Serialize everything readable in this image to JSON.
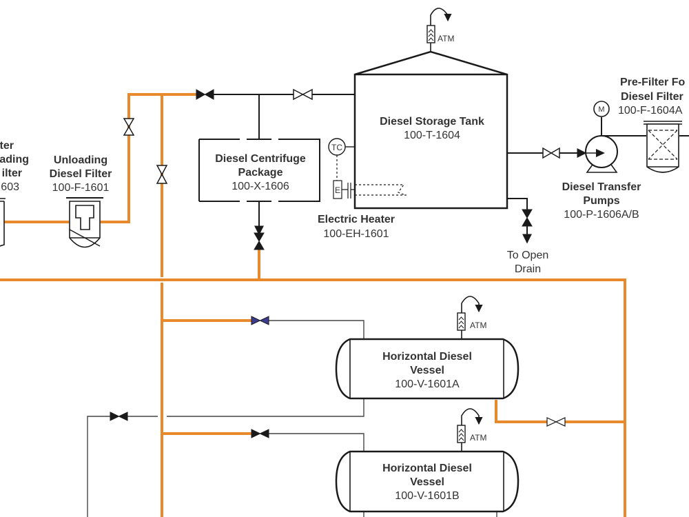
{
  "diagram": {
    "type": "P&ID",
    "colors": {
      "main_pipe": "#e8892b",
      "secondary_pipe": "#1a1a1a",
      "highlighted_valve": "#3b3b8f",
      "text": "#333333"
    },
    "equipment": {
      "left_filter": {
        "line1": "ter",
        "line2": "ading",
        "line3": "ilter",
        "tag": "603"
      },
      "unloading_filter": {
        "line1": "Unloading",
        "line2": "Diesel Filter",
        "tag": "100-F-1601"
      },
      "centrifuge": {
        "line1": "Diesel Centrifuge",
        "line2": "Package",
        "tag": "100-X-1606"
      },
      "storage_tank": {
        "name": "Diesel Storage Tank",
        "tag": "100-T-1604",
        "vent_label": "ATM"
      },
      "tc": {
        "label": "TC"
      },
      "heater": {
        "e_label": "E",
        "name": "Electric Heater",
        "tag": "100-EH-1601"
      },
      "drain": {
        "line1": "To Open",
        "line2": "Drain"
      },
      "transfer_pumps": {
        "line1": "Diesel Transfer",
        "line2": "Pumps",
        "tag": "100-P-1606A/B",
        "motor_label": "M"
      },
      "prefilter": {
        "line1": "Pre-Filter Fo",
        "line2": "Diesel Filter",
        "tag": "100-F-1604A"
      },
      "vessel_a": {
        "line1": "Horizontal Diesel",
        "line2": "Vessel",
        "tag": "100-V-1601A",
        "vent_label": "ATM"
      },
      "vessel_b": {
        "line1": "Horizontal Diesel",
        "line2": "Vessel",
        "tag": "100-V-1601B",
        "vent_label": "ATM"
      }
    }
  }
}
